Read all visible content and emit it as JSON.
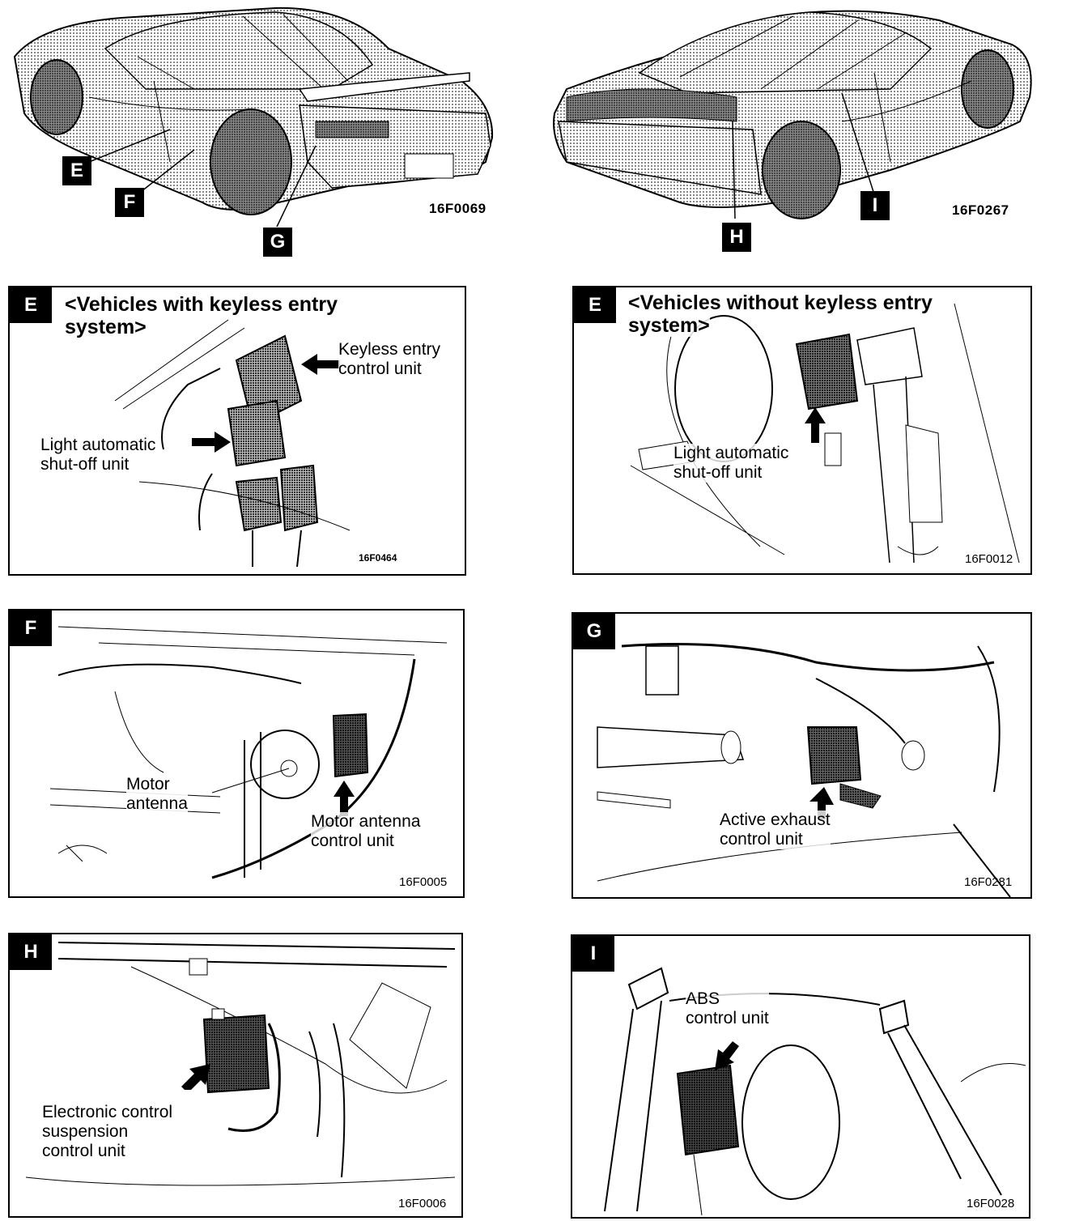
{
  "overview": {
    "left": {
      "callouts": [
        "E",
        "F",
        "G"
      ],
      "figure_code": "16F0069"
    },
    "right": {
      "callouts": [
        "H",
        "I"
      ],
      "figure_code": "16F0267"
    }
  },
  "panels": {
    "e_keyless": {
      "tag": "E",
      "title_line1": "<Vehicles with keyless entry",
      "title_line2": "system>",
      "labels": {
        "keyless_unit": "Keyless entry\ncontrol unit",
        "light_unit": "Light automatic\nshut-off unit"
      },
      "figure_code": "16F0464"
    },
    "e_no_keyless": {
      "tag": "E",
      "title_line1": "<Vehicles without keyless entry",
      "title_line2": "system>",
      "labels": {
        "light_unit": "Light automatic\nshut-off unit"
      },
      "figure_code": "16F0012"
    },
    "f": {
      "tag": "F",
      "labels": {
        "motor_antenna": "Motor\nantenna",
        "motor_antenna_unit": "Motor antenna\ncontrol unit"
      },
      "figure_code": "16F0005"
    },
    "g": {
      "tag": "G",
      "labels": {
        "active_exhaust_unit": "Active exhaust\ncontrol unit"
      },
      "figure_code": "16F0281"
    },
    "h": {
      "tag": "H",
      "labels": {
        "ecs_unit": "Electronic control\nsuspension\ncontrol unit"
      },
      "figure_code": "16F0006"
    },
    "i": {
      "tag": "I",
      "labels": {
        "abs_unit": "ABS\ncontrol unit"
      },
      "figure_code": "16F0028"
    }
  }
}
